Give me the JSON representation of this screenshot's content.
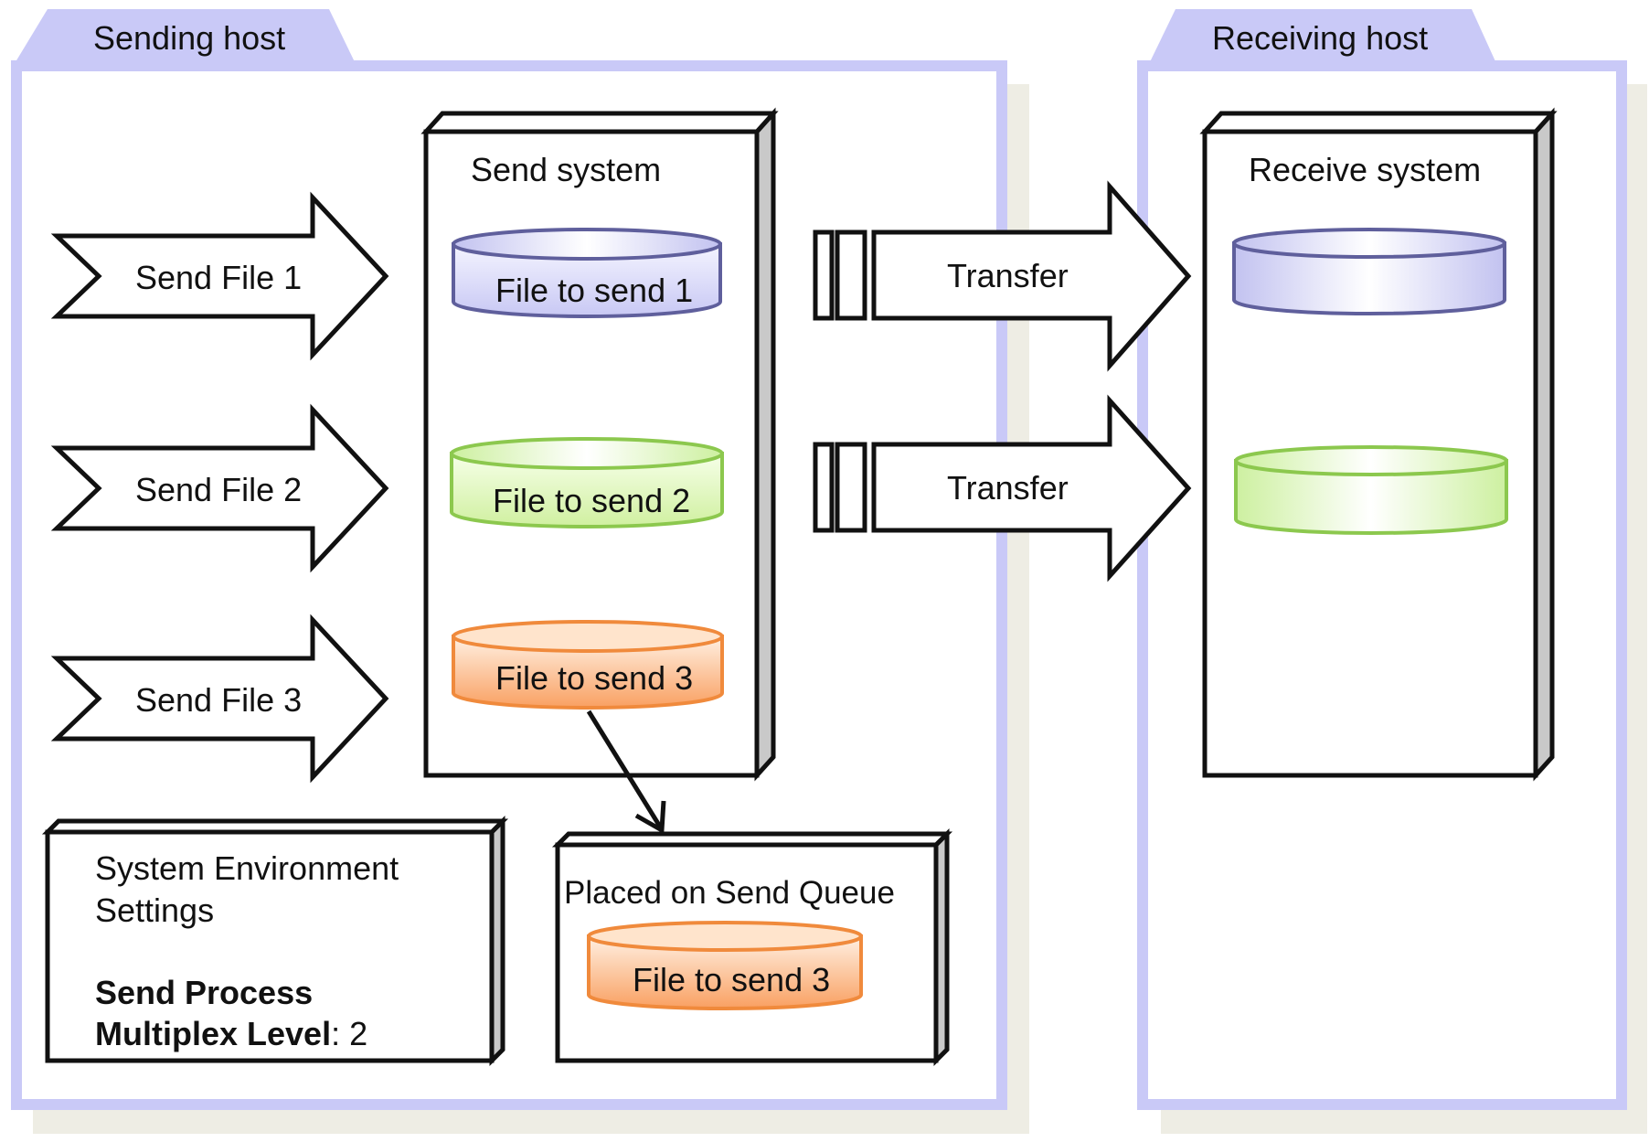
{
  "sending_host": {
    "tab_label": "Sending host",
    "inputs": [
      {
        "label": "Send File 1"
      },
      {
        "label": "Send File 2"
      },
      {
        "label": "Send File 3"
      }
    ],
    "send_system": {
      "title": "Send system",
      "files": [
        {
          "label": "File to send 1",
          "color": "#c8c8f4"
        },
        {
          "label": "File to send 2",
          "color": "#d4f2a4"
        },
        {
          "label": "File to send 3",
          "color": "#f9a465"
        }
      ]
    },
    "settings": {
      "title_line1": "System Environment",
      "title_line2": "Settings",
      "bold_line1": "Send Process",
      "bold_line2": "Multiplex Level",
      "value": ": 2"
    },
    "queue": {
      "title": "Placed on Send Queue",
      "file_label": "File to send 3"
    }
  },
  "transfers": [
    {
      "label": "Transfer"
    },
    {
      "label": "Transfer"
    }
  ],
  "receiving_host": {
    "tab_label": "Receiving host",
    "receive_system": {
      "title": "Receive system"
    }
  },
  "colors": {
    "panel_border": "#c9c9f7",
    "panel_shadow": "#eeede4",
    "blue": "#c8c8f4",
    "green": "#d4f2a4",
    "orange": "#f9a465"
  }
}
